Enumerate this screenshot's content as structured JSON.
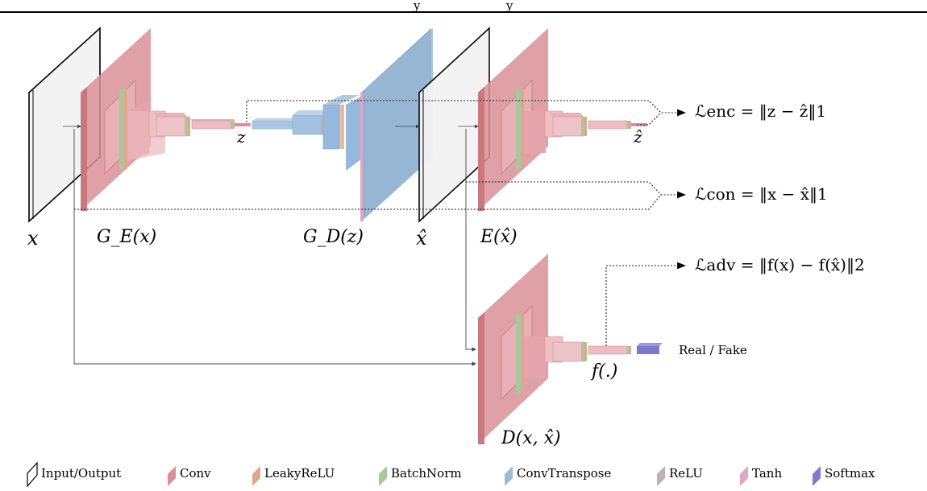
{
  "header": {
    "left_fragment": "y",
    "right_fragment": "y"
  },
  "labels": {
    "x": "x",
    "ge": "G_E(x)",
    "z": "z",
    "gd": "G_D(z)",
    "xhat": "x̂",
    "ex": "E(x̂)",
    "zhat": "ẑ",
    "fdot": "f(.)",
    "dx": "D(x, x̂)",
    "real_fake": "Real / Fake"
  },
  "losses": {
    "enc": "ℒenc = ‖z − ẑ‖1",
    "con": "ℒcon = ‖x − x̂‖1",
    "adv": "ℒadv = ‖f(x) − f(x̂)‖2"
  },
  "legend": [
    {
      "label": "Input/Output",
      "color": "#ffffff"
    },
    {
      "label": "Conv",
      "color": "#d98f96"
    },
    {
      "label": "LeakyReLU",
      "color": "#e0a88a"
    },
    {
      "label": "BatchNorm",
      "color": "#a8c79a"
    },
    {
      "label": "ConvTranspose",
      "color": "#9bbad8"
    },
    {
      "label": "ReLU",
      "color": "#bfb0b4"
    },
    {
      "label": "Tanh",
      "color": "#e2a6be"
    },
    {
      "label": "Softmax",
      "color": "#7c7ad0"
    }
  ]
}
